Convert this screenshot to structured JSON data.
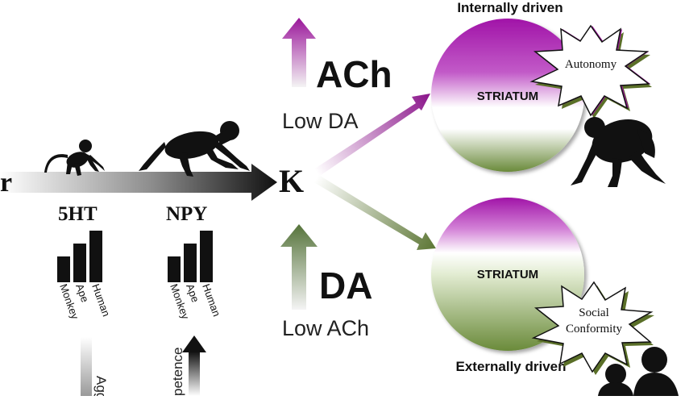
{
  "labels": {
    "left_letter": "r",
    "k_letter": "K",
    "serotonin": "5HT",
    "npy": "NPY",
    "ach_big": "ACh",
    "low_da": "Low DA",
    "da_big": "DA",
    "low_ach": "Low ACh",
    "internally_driven": "Internally driven",
    "externally_driven": "Externally driven",
    "striatum_top": "STRIATUM",
    "striatum_bottom": "STRIATUM",
    "autonomy": "Autonomy",
    "social_line1": "Social",
    "social_line2": "Conformity",
    "aggression_partial": "Agg",
    "competence_partial": "petence"
  },
  "bar_charts": {
    "categories": [
      "Monkey",
      "Ape",
      "Human"
    ],
    "serotonin_levels": [
      0.5,
      0.75,
      1.0
    ],
    "npy_levels": [
      0.5,
      0.75,
      1.0
    ]
  },
  "colors": {
    "purple": "#9a169a",
    "green": "#62803a",
    "black": "#111111"
  }
}
